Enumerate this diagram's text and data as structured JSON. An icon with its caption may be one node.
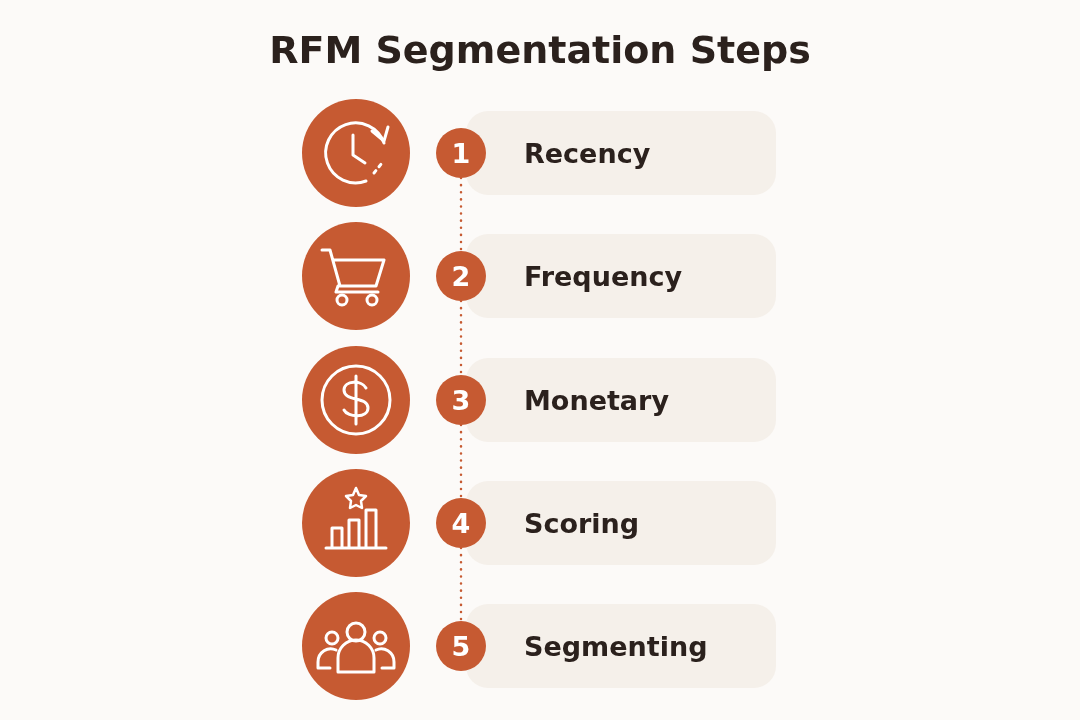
{
  "diagram": {
    "title": "RFM Segmentation Steps",
    "nodes": [
      {
        "text": [
          "1"
        ]
      },
      {
        "text": [
          "Recency"
        ]
      },
      {
        "text": [
          "2"
        ]
      },
      {
        "text": [
          "Frequency"
        ]
      },
      {
        "text": [
          "3"
        ]
      },
      {
        "text": [
          "Monetary"
        ]
      },
      {
        "text": [
          "4"
        ]
      },
      {
        "text": [
          "Scoring"
        ]
      },
      {
        "text": [
          "5"
        ]
      },
      {
        "text": [
          "Segmenting"
        ]
      }
    ],
    "edges": [
      {
        "from": 0,
        "to": 2,
        "arrow": "none",
        "style": "dashed"
      },
      {
        "from": 2,
        "to": 4,
        "arrow": "none",
        "style": "dashed"
      },
      {
        "from": 4,
        "to": 6,
        "arrow": "none",
        "style": "dashed"
      },
      {
        "from": 6,
        "to": 8,
        "arrow": "none",
        "style": "dashed"
      }
    ]
  }
}
